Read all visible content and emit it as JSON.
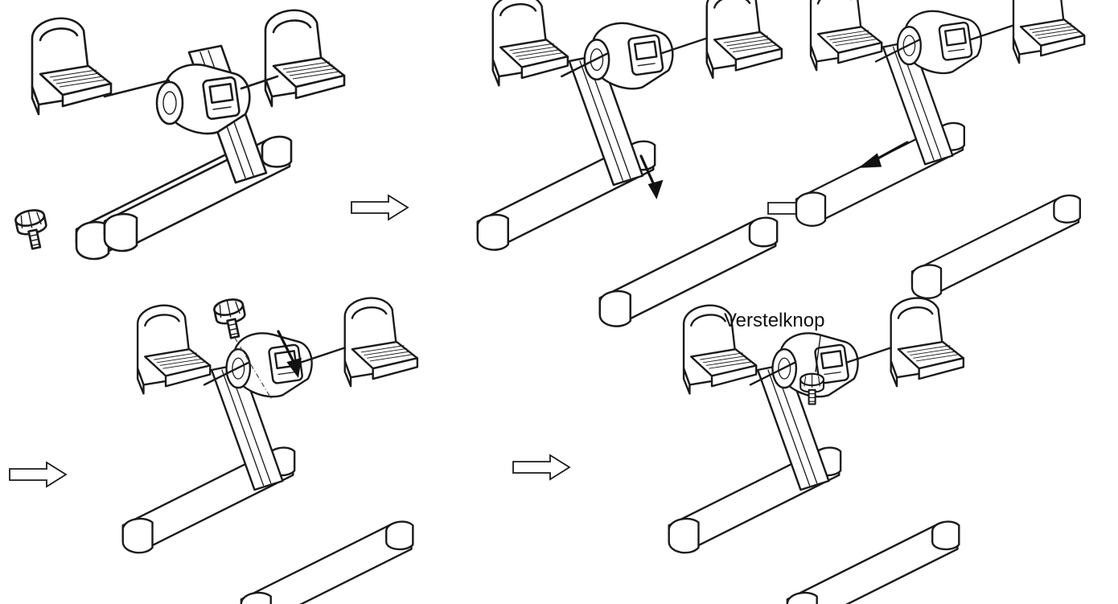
{
  "figure": {
    "steps": [
      {
        "id": 1,
        "state": "folded-with-knob"
      },
      {
        "id": 2,
        "state": "unfold-front-bar"
      },
      {
        "id": 3,
        "state": "pull-rear-bar"
      },
      {
        "id": 4,
        "state": "insert-knob"
      },
      {
        "id": 5,
        "state": "assembled"
      }
    ],
    "callout": {
      "label": "Verstelknop"
    },
    "colors": {
      "line": "#1a1a1a",
      "background": "#ffffff"
    },
    "icons": [
      "hollow-right-arrow-icon",
      "direction-arrow-icon",
      "adjustment-knob-icon"
    ]
  }
}
